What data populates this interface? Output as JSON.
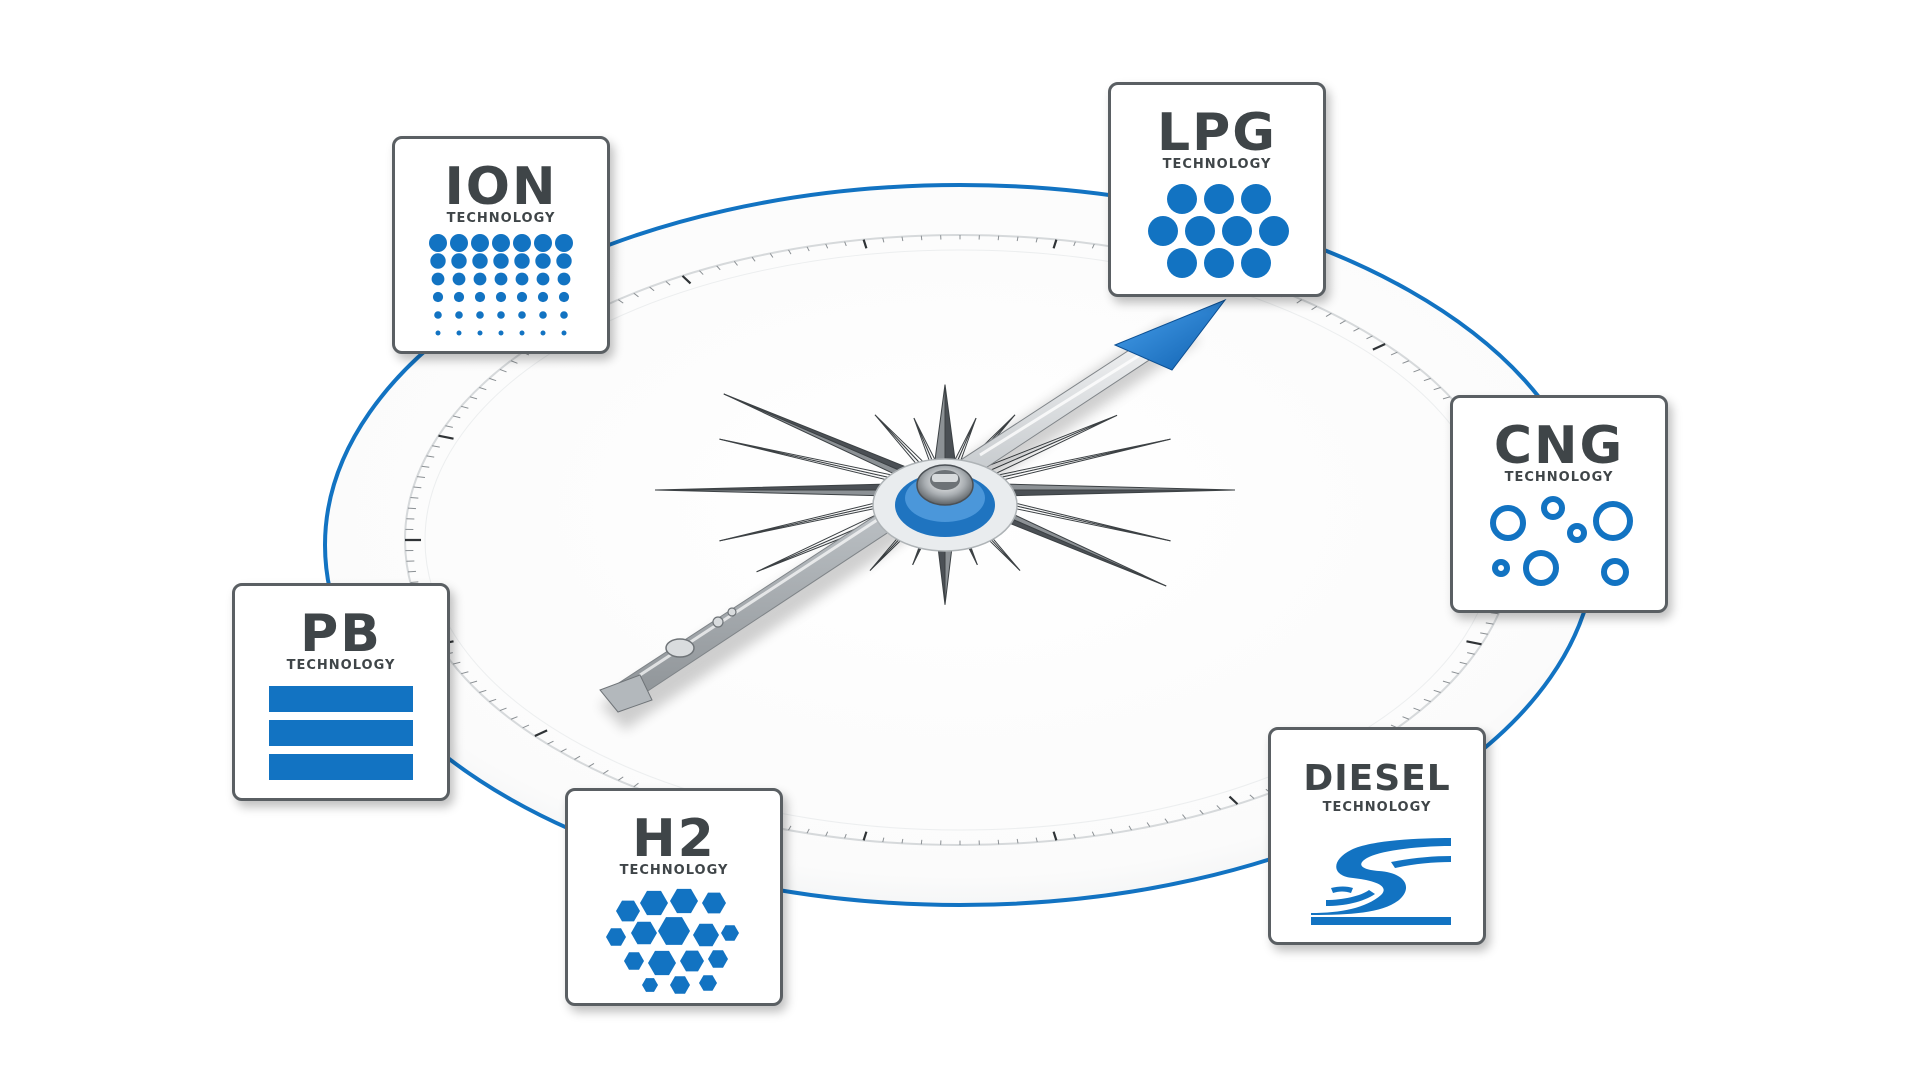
{
  "colors": {
    "accent_blue": "#1273c2",
    "card_border": "#5a5f63",
    "text_dark": "#3f4548",
    "needle_silver": "#c9cdd0",
    "rose_dark": "#4b5055"
  },
  "cards": [
    {
      "id": "lpg",
      "title": "LPG",
      "subtitle": "TECHNOLOGY",
      "icon": "circles-grid-icon"
    },
    {
      "id": "cng",
      "title": "CNG",
      "subtitle": "TECHNOLOGY",
      "icon": "bubbles-icon"
    },
    {
      "id": "diesel",
      "title": "DIESEL",
      "subtitle": "TECHNOLOGY",
      "icon": "s-wave-logo-icon"
    },
    {
      "id": "h2",
      "title": "H2",
      "subtitle": "TECHNOLOGY",
      "icon": "hexagons-icon"
    },
    {
      "id": "pb",
      "title": "PB",
      "subtitle": "TECHNOLOGY",
      "icon": "stripes-icon"
    },
    {
      "id": "ion",
      "title": "ION",
      "subtitle": "TECHNOLOGY",
      "icon": "dot-gradient-icon"
    }
  ],
  "compass": {
    "needle_direction": "LPG"
  }
}
